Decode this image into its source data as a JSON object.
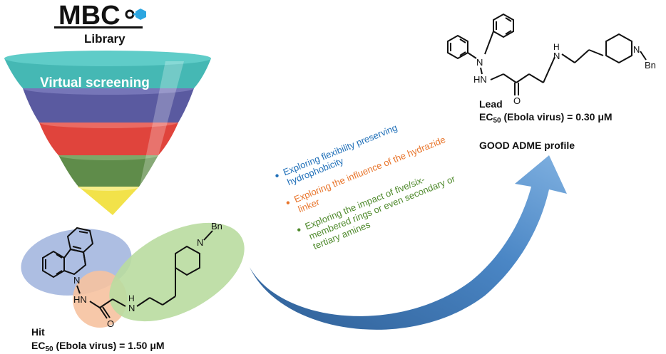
{
  "logo": {
    "brand": "MBC",
    "sub": "Library"
  },
  "funnel": {
    "layers": [
      {
        "label": "Virtual screening",
        "color": "#45b8b4"
      },
      {
        "label": "",
        "color": "#5a5aa0"
      },
      {
        "label": "",
        "color": "#e0443c"
      },
      {
        "label": "",
        "color": "#5f8c4a"
      },
      {
        "label": "",
        "color": "#f2e24a"
      }
    ]
  },
  "hit": {
    "title": "Hit",
    "ec50_prefix": "EC",
    "ec50_sub": "50",
    "ec50_suffix": " (Ebola virus) = 1.50 μM",
    "atoms": {
      "n1": "N",
      "nh": "HN",
      "o": "O",
      "h_amine": "H",
      "n_amine": "N",
      "n_pip": "N",
      "bn": "Bn"
    },
    "ellipse_colors": {
      "blue": "#9fb3dd",
      "orange": "#f6c2a0",
      "green": "#b9dba0"
    }
  },
  "lead": {
    "title": "Lead",
    "ec50_prefix": "EC",
    "ec50_sub": "50",
    "ec50_suffix": " (Ebola virus) = 0.30 μM",
    "adme": "GOOD ADME profile",
    "atoms": {
      "n1": "N",
      "hn": "HN",
      "o": "O",
      "h_amine": "H",
      "n_amine": "N",
      "n_pip": "N",
      "bn": "Bn"
    }
  },
  "bullets": [
    {
      "text_line1": "Exploring flexibility preserving",
      "text_line2": "hydrophobicity",
      "color": "#1f6fb8"
    },
    {
      "text_line1": "Exploring the influence of the hydrazide",
      "text_line2": "linker",
      "color": "#e8742a"
    },
    {
      "text_line1": "Exploring the impact of five/six-",
      "text_line2": "membered rings or even secondary or",
      "text_line3": "tertiary amines",
      "color": "#4f8a2c"
    }
  ],
  "arrow_color": "#4a86c5"
}
